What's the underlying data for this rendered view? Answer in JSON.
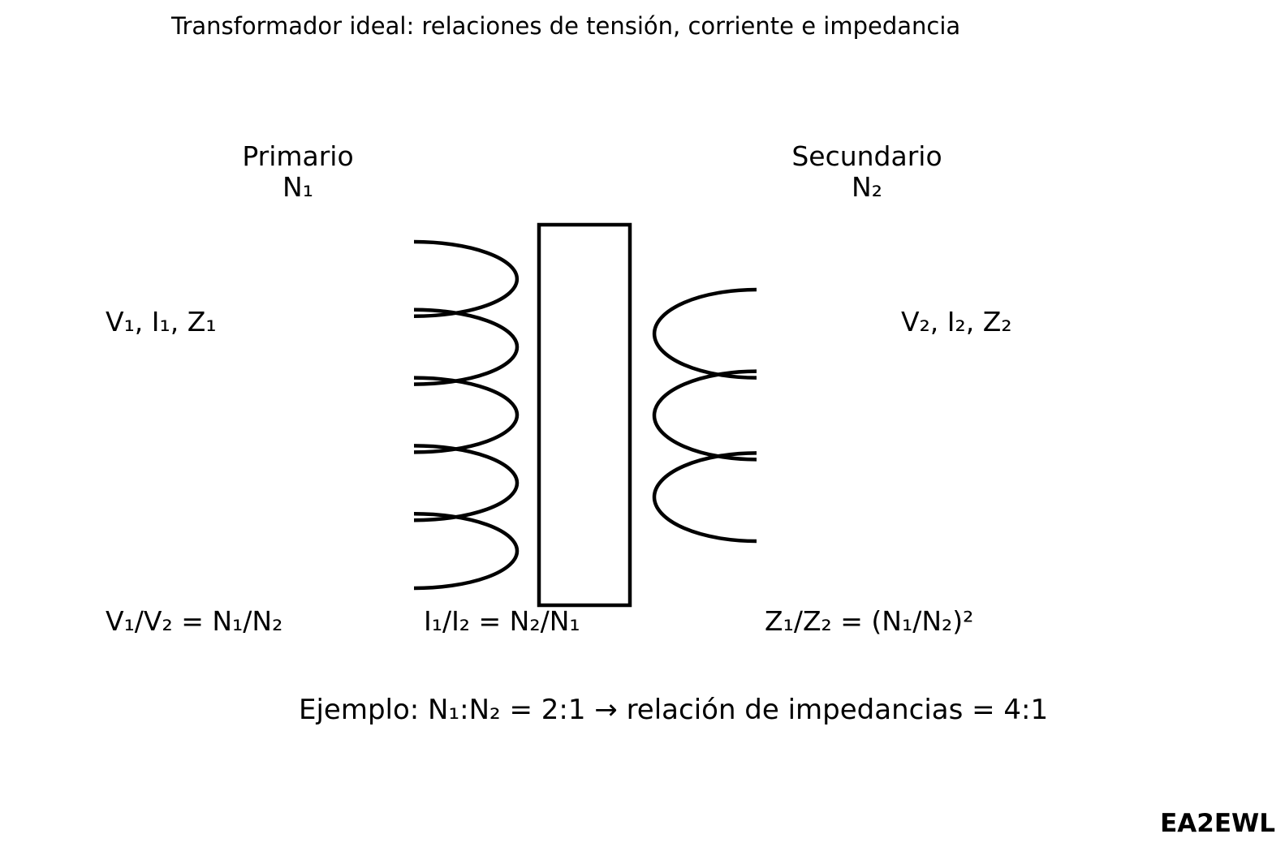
{
  "title": "Transformador ideal: relaciones de tensión, corriente e impedancia",
  "primary": {
    "label": "Primario",
    "turns": "N₁",
    "values": "V₁, I₁, Z₁",
    "loops": 5
  },
  "secondary": {
    "label": "Secundario",
    "turns": "N₂",
    "values": "V₂, I₂, Z₂",
    "loops": 3
  },
  "formulas": {
    "voltage": "V₁/V₂ = N₁/N₂",
    "current": "I₁/I₂ = N₂/N₁",
    "impedance": "Z₁/Z₂ = (N₁/N₂)²"
  },
  "example": "Ejemplo: N₁:N₂ = 2:1  →  relación de impedancias = 4:1",
  "callsign": "EA2EWL",
  "colors": {
    "stroke": "#000000",
    "background": "#ffffff"
  }
}
